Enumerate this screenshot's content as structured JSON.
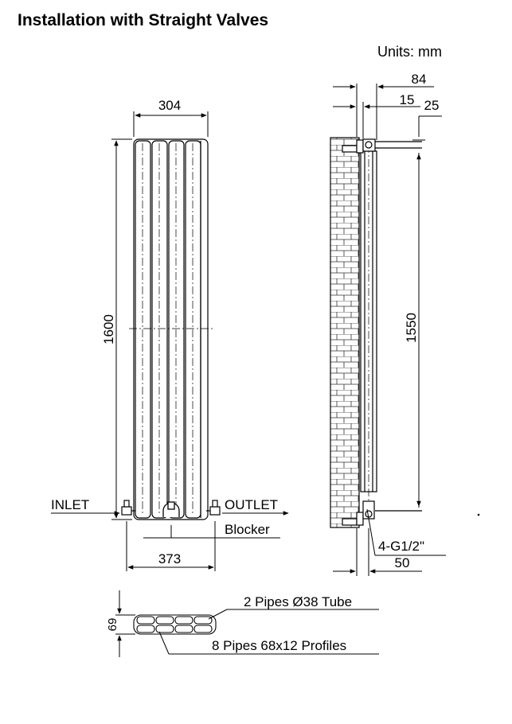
{
  "title": "Installation with Straight Valves",
  "units": "Units: mm",
  "front_view": {
    "width": "304",
    "height": "1600",
    "inlet": "INLET",
    "outlet": "OUTLET",
    "blocker": "Blocker",
    "valve_spacing": "373"
  },
  "side_view": {
    "depth": "84",
    "gap": "15",
    "bracket": "25",
    "centers": "1550",
    "connections": "4-G1/2\"",
    "wall_offset": "50"
  },
  "top_view": {
    "depth": "69",
    "tube_label": "2 Pipes Ø38 Tube",
    "profile_label": "8 Pipes 68x12 Profiles"
  }
}
